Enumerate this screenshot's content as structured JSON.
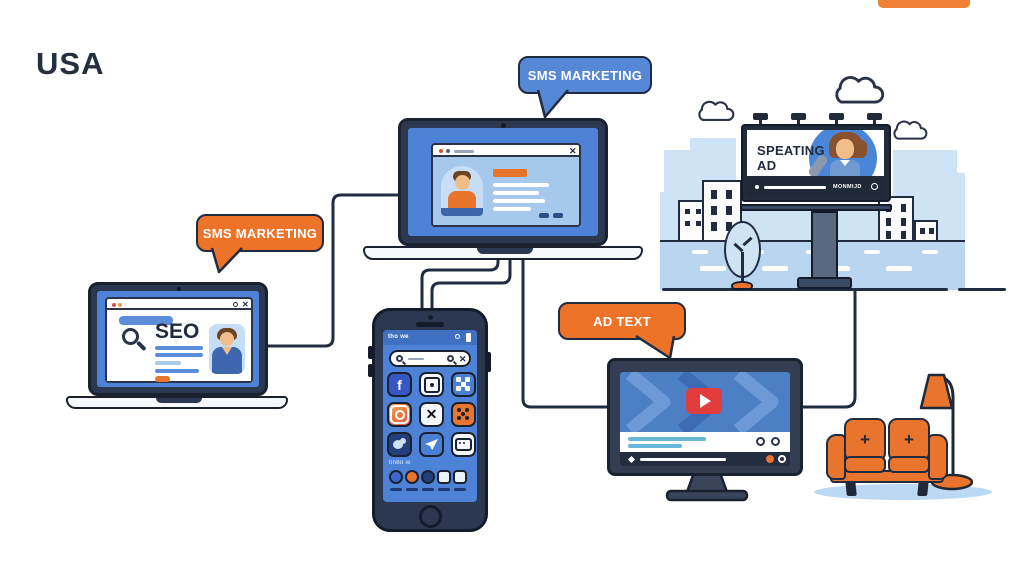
{
  "title": "USA",
  "bubbles": {
    "sms_blue": {
      "label": "SMS MARKETING",
      "color": "#5688d8"
    },
    "sms_orange": {
      "label": "SMS MARKETING",
      "color": "#ed7329"
    },
    "ad_text": {
      "label": "AD TEXT",
      "color": "#ed7329"
    }
  },
  "laptop_center": {
    "browser": {
      "close": "✕"
    }
  },
  "laptop_left": {
    "browser": {
      "close": "✕",
      "heading": "SEO"
    }
  },
  "billboard": {
    "title_line1": "SPEATING",
    "title_line2": "AD",
    "footer_label": "MONMIJD"
  },
  "phone": {
    "status_text": "tho we",
    "search": {
      "close": "✕"
    },
    "shelf_label": "tinbo ie",
    "apps": [
      {
        "name": "facebook",
        "glyph": "f"
      },
      {
        "name": "camera"
      },
      {
        "name": "share"
      },
      {
        "name": "instagram"
      },
      {
        "name": "x-app",
        "glyph": "✕"
      },
      {
        "name": "dice"
      },
      {
        "name": "pet"
      },
      {
        "name": "send"
      },
      {
        "name": "bot"
      }
    ]
  },
  "sofa": {
    "plus": "+"
  },
  "colors": {
    "ink": "#222c40",
    "blue": "#4d82d6",
    "light_blue": "#cfe3f6",
    "orange": "#e8742e",
    "bubble_blue": "#5688d8",
    "bubble_orange": "#ed7329",
    "play_red": "#e23c3c"
  }
}
